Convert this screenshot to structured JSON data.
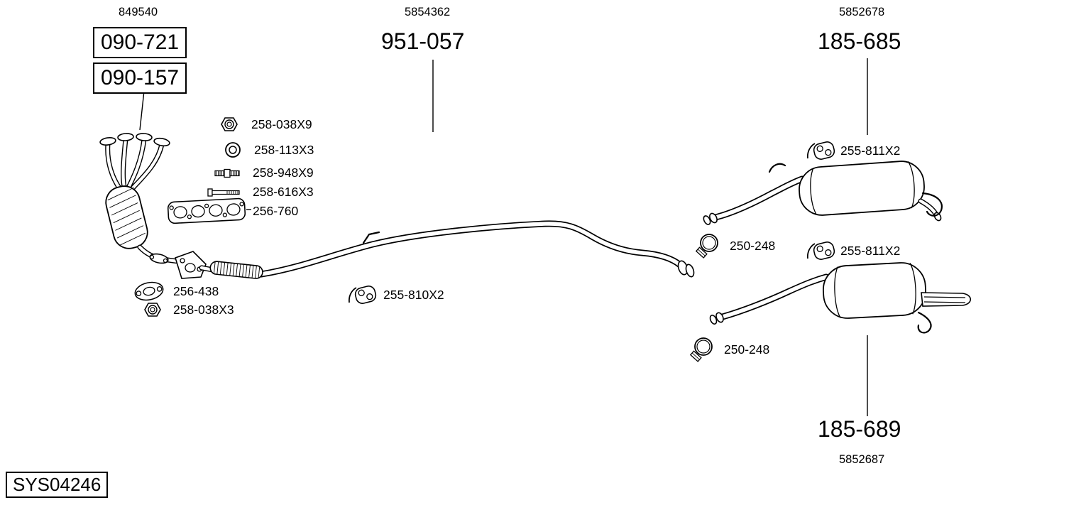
{
  "diagram": {
    "system_code": "SYS04246",
    "groups": {
      "manifold": {
        "ref": "849540",
        "code_top": "090-721",
        "code_bottom": "090-157"
      },
      "center_pipe": {
        "ref": "5854362",
        "code": "951-057"
      },
      "muffler_top": {
        "ref": "5852678",
        "code": "185-685"
      },
      "muffler_bottom": {
        "ref": "5852687",
        "code": "185-689"
      }
    },
    "parts": [
      {
        "label": "258-038X9",
        "icon": "flange-nut"
      },
      {
        "label": "258-113X3",
        "icon": "gasket-ring"
      },
      {
        "label": "258-948X9",
        "icon": "stud"
      },
      {
        "label": "258-616X3",
        "icon": "bolt"
      },
      {
        "label": "256-760",
        "icon": "manifold-gasket"
      },
      {
        "label": "256-438",
        "icon": "flange-gasket"
      },
      {
        "label": "258-038X3",
        "icon": "flange-nut"
      },
      {
        "label": "255-810X2",
        "icon": "rubber-hanger"
      },
      {
        "label": "255-811X2",
        "icon": "rubber-hanger"
      },
      {
        "label": "250-248",
        "icon": "clamp"
      },
      {
        "label": "255-811X2",
        "icon": "rubber-hanger"
      },
      {
        "label": "250-248",
        "icon": "clamp"
      }
    ],
    "colors": {
      "ink": "#000000",
      "paper": "#ffffff"
    }
  }
}
